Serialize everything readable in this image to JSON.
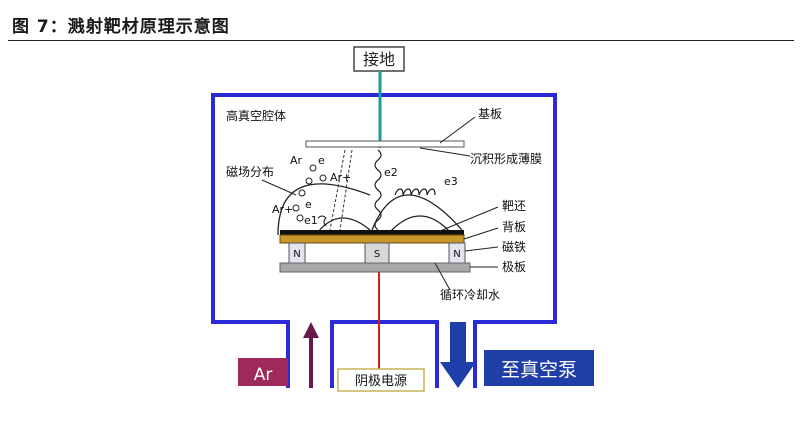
{
  "figure": {
    "title": "图 7：溅射靶材原理示意图"
  },
  "labels": {
    "ground": "接地",
    "chamber": "高真空腔体",
    "substrate": "基板",
    "film": "沉积形成薄膜",
    "magnetic_field": "磁场分布",
    "target": "靶还",
    "backplate": "背板",
    "magnet": "磁铁",
    "pole_plate": "极板",
    "cooling_water": "循环冷却水",
    "power_supply": "阴极电源",
    "vacuum_pump": "至真空泵",
    "argon": "Ar",
    "particle_ar_1": "Ar",
    "particle_e_1": "e",
    "particle_ar_plus_1": "Ar+",
    "particle_ar_plus_2": "Ar+",
    "particle_e_2": "e",
    "particle_e1": "e1",
    "particle_e2": "e2",
    "particle_e3": "e3",
    "magnet_n_left": "N",
    "magnet_s": "S",
    "magnet_n_right": "N"
  },
  "colors": {
    "chamber": "#2a2ad6",
    "ground_wire": "#1b9aa0",
    "power_wire": "#d02020",
    "backplate": "#c8962a",
    "pole_plate": "#a8a8a8",
    "argon_box": "#9e2a5c",
    "argon_arrow": "#6a1a4a",
    "pump_arrow": "#1f3ea8",
    "pump_box": "#1f3ea8"
  }
}
